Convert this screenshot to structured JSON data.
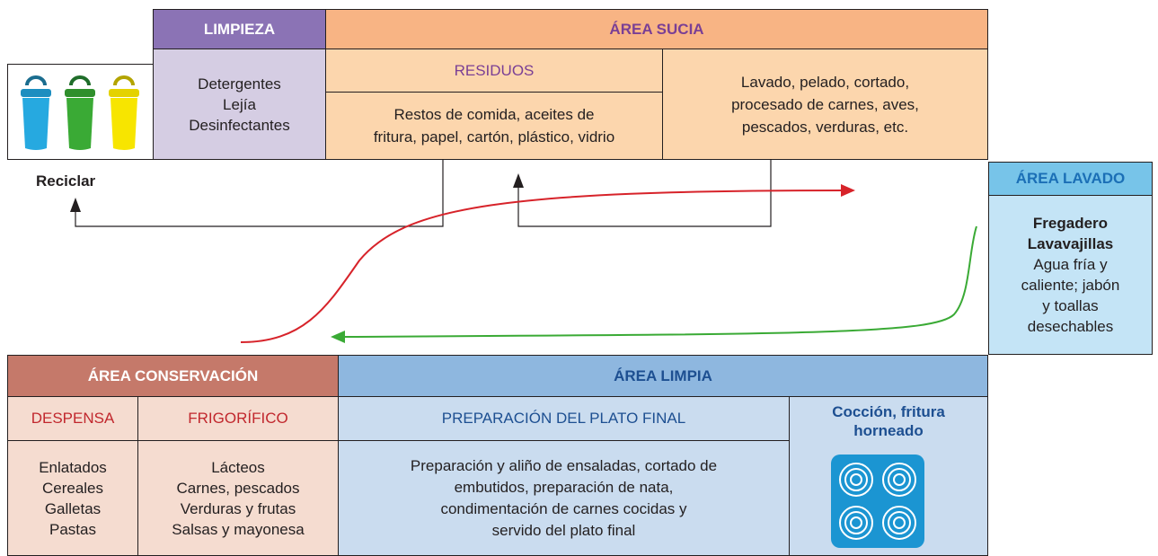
{
  "limpieza": {
    "header": "LIMPIEZA",
    "items": "Detergentes\nLejía\nDesinfectantes"
  },
  "area_sucia": {
    "header": "ÁREA SUCIA",
    "residuos_label": "RESIDUOS",
    "residuos_items": "Restos de comida, aceites de\nfritura, papel, cartón, plástico, vidrio",
    "lavado_tasks": "Lavado, pelado, cortado,\nprocesado de carnes, aves,\npescados, verduras, etc."
  },
  "reciclar": "Reciclar",
  "area_lavado": {
    "header": "ÁREA LAVADO",
    "title": "Fregadero\nLavavajillas",
    "items": "Agua fría y\ncaliente; jabón\ny toallas\ndesechables"
  },
  "area_conservacion": {
    "header": "ÁREA CONSERVACIÓN",
    "despensa_label": "DESPENSA",
    "frigorifico_label": "FRIGORÍFICO",
    "despensa_items": "Enlatados\nCereales\nGalletas\nPastas",
    "frigorifico_items": "Lácteos\nCarnes, pescados\nVerduras y frutas\nSalsas y mayonesa"
  },
  "area_limpia": {
    "header": "ÁREA LIMPIA",
    "preparacion_label": "PREPARACIÓN DEL PLATO FINAL",
    "preparacion_items": "Preparación y aliño de ensaladas, cortado de\nembutidos, preparación de nata,\ncondimentación de carnes cocidas y\nservido del plato final",
    "coccion_label": "Cocción, fritura\nhorneado"
  },
  "colors": {
    "bin_blue": "#26a9e0",
    "bin_green": "#3aaa35",
    "bin_yellow": "#f7e500",
    "arrow_red": "#d7232a",
    "arrow_green": "#3aaa35",
    "hob": "#1b95d2"
  },
  "icons": [
    "recycle-bin-icon",
    "cooktop-icon",
    "arrow-icon"
  ]
}
